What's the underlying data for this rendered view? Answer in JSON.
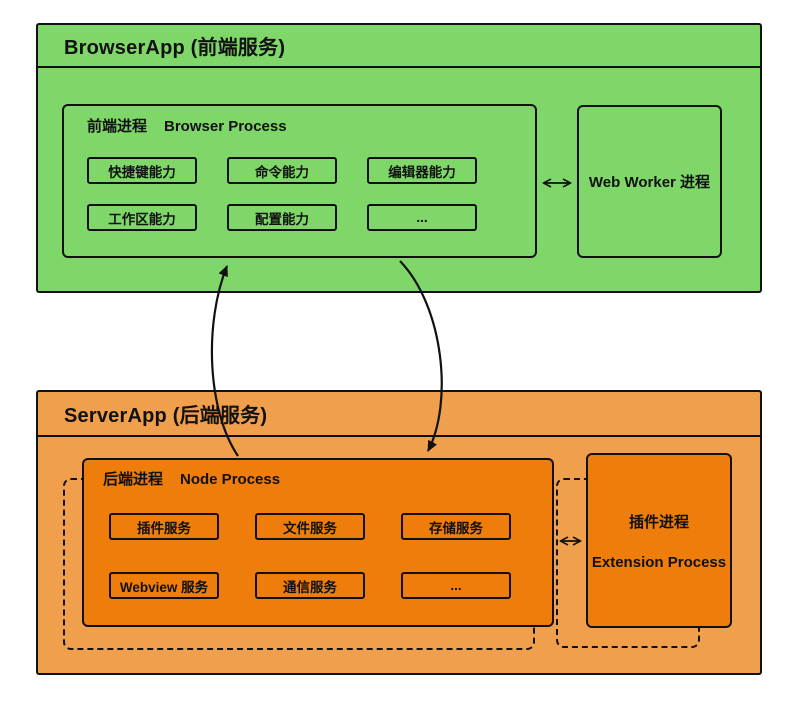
{
  "colors": {
    "green": "#7ed768",
    "orange_light": "#f09f4d",
    "orange_deep": "#ee7d0c",
    "stroke": "#111111"
  },
  "browser_app": {
    "title": "BrowserApp (前端服务)",
    "process": {
      "title_zh": "前端进程",
      "title_en": "Browser Process",
      "capabilities": [
        "快捷键能力",
        "命令能力",
        "编辑器能力",
        "工作区能力",
        "配置能力",
        "..."
      ]
    },
    "web_worker": {
      "label": "Web Worker 进程"
    }
  },
  "server_app": {
    "title": "ServerApp (后端服务)",
    "process": {
      "title_zh": "后端进程",
      "title_en": "Node Process",
      "services": [
        "插件服务",
        "文件服务",
        "存储服务",
        "Webview 服务",
        "通信服务",
        "..."
      ]
    },
    "extension": {
      "label_zh": "插件进程",
      "label_en": "Extension Process"
    }
  }
}
